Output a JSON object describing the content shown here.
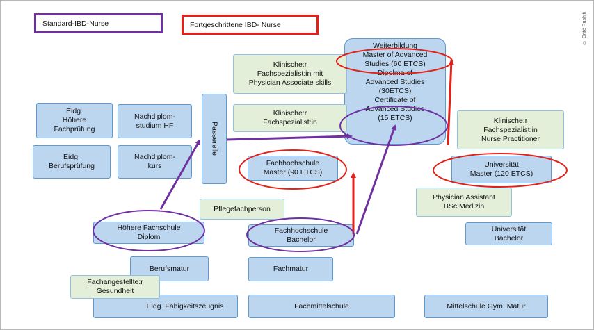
{
  "legend": {
    "standard": "Standard-IBD-Nurse",
    "advanced": "Fortgeschrittene IBD- Nurse"
  },
  "copyright": "© Dritè Rushiti",
  "boxes": {
    "weiterbildung": "Weiterbildung\nMaster of Advanced\nStudies (60 ETCS)\nDipolma of\nAdvanced Studies\n(30ETCS)\nCertificate of\nAdvanced Studies\n(15 ETCS)",
    "klin_psa": "Klinische:r\nFachspezialist:in mit\nPhysician Associate skills",
    "klin_fach": "Klinische:r\nFachspezialist:in",
    "klin_np": "Klinische:r\nFachspezialist:in\nNurse Practitioner",
    "eidg_hoehere": "Eidg.\nHöhere\nFachprüfung",
    "nachdiplom_hf": "Nachdiplom-\nstudium HF",
    "eidg_beruf": "Eidg.\nBerufsprüfung",
    "nachdiplom_kurs": "Nachdiplom-\nkurs",
    "passerelle": "Passerelle",
    "fh_master": "Fachhochschule\nMaster (90 ETCS)",
    "uni_master": "Universität\nMaster (120 ETCS)",
    "physician_assistant": "Physician Assistant\nBSc Medizin",
    "pflegefachperson": "Pflegefachperson",
    "hoehere_fachschule": "Höhere Fachschule\nDiplom",
    "fh_bachelor": "Fachhochschule\nBachelor",
    "uni_bachelor": "Universität\nBachelor",
    "berufsmatur": "Berufsmatur",
    "fachmatur": "Fachmatur",
    "fachangestellte": "Fachangestellte:r\nGesundheit",
    "faehigkeitszeugnis": "Eidg. Fähigkeitszeugnis",
    "fachmittelschule": "Fachmittelschule",
    "mittelschule": "Mittelschule Gym. Matur"
  },
  "colors": {
    "standard": "#7030a0",
    "advanced": "#e32119",
    "box_blue": "#bcd6ef",
    "box_green": "#e3efd9",
    "border_blue": "#5b9bd5"
  }
}
